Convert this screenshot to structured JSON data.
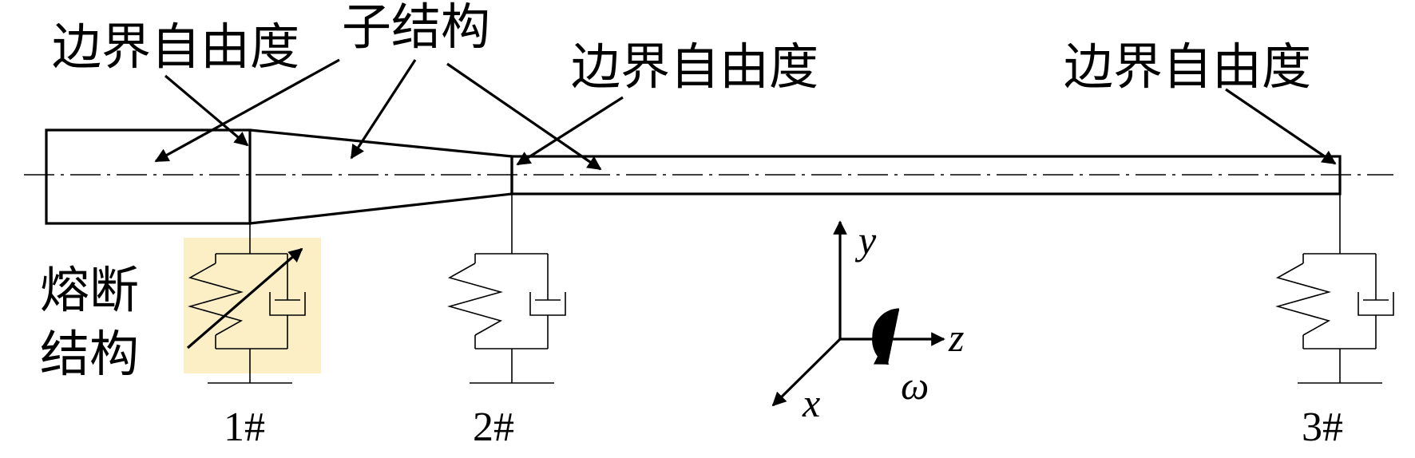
{
  "labels": {
    "boundary_dof_left": "边界自由度",
    "substructure": "子结构",
    "boundary_dof_mid": "边界自由度",
    "boundary_dof_right": "边界自由度",
    "fuse_line1": "熔断",
    "fuse_line2": "结构"
  },
  "supports": {
    "s1": "1#",
    "s2": "2#",
    "s3": "3#"
  },
  "axes": {
    "y": "y",
    "z": "z",
    "x": "x",
    "omega": "ω"
  },
  "colors": {
    "fuse_highlight": "#fcefc5",
    "line": "#000000"
  }
}
